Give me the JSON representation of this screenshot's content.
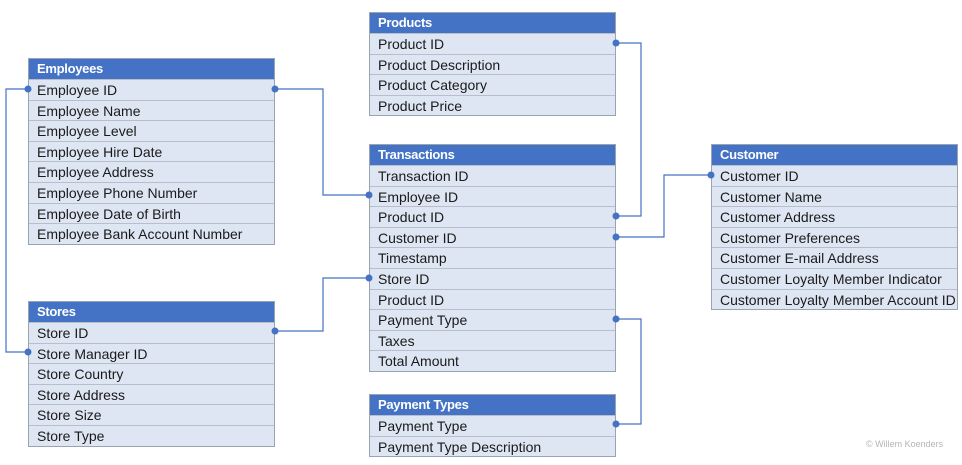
{
  "entities": {
    "products": {
      "title": "Products",
      "fields": [
        "Product ID",
        "Product Description",
        "Product Category",
        "Product Price"
      ]
    },
    "employees": {
      "title": "Employees",
      "fields": [
        "Employee ID",
        "Employee Name",
        "Employee Level",
        "Employee Hire Date",
        "Employee Address",
        "Employee Phone Number",
        "Employee Date of Birth",
        "Employee Bank Account Number"
      ]
    },
    "transactions": {
      "title": "Transactions",
      "fields": [
        "Transaction ID",
        "Employee ID",
        "Product ID",
        "Customer ID",
        "Timestamp",
        "Store ID",
        "Product ID",
        "Payment Type",
        "Taxes",
        "Total Amount"
      ]
    },
    "customer": {
      "title": "Customer",
      "fields": [
        "Customer ID",
        "Customer Name",
        "Customer Address",
        "Customer Preferences",
        "Customer E-mail Address",
        "Customer Loyalty Member Indicator",
        "Customer Loyalty Member Account ID"
      ]
    },
    "stores": {
      "title": "Stores",
      "fields": [
        "Store ID",
        "Store Manager ID",
        "Store Country",
        "Store Address",
        "Store Size",
        "Store Type"
      ]
    },
    "payment_types": {
      "title": "Payment Types",
      "fields": [
        "Payment Type",
        "Payment Type Description"
      ]
    }
  },
  "relationships": [
    {
      "from": "Employees.Employee ID",
      "to": "Transactions.Employee ID"
    },
    {
      "from": "Products.Product ID",
      "to": "Transactions.Product ID"
    },
    {
      "from": "Customer.Customer ID",
      "to": "Transactions.Customer ID"
    },
    {
      "from": "Stores.Store ID",
      "to": "Transactions.Store ID"
    },
    {
      "from": "Transactions.Payment Type",
      "to": "Payment Types.Payment Type"
    },
    {
      "from": "Employees.Employee ID",
      "to": "Stores.Store Manager ID"
    }
  ],
  "colors": {
    "header": "#4472c4",
    "row": "#dfe6f3",
    "connector": "#4472c4"
  },
  "credit": "© Willem Koenders"
}
